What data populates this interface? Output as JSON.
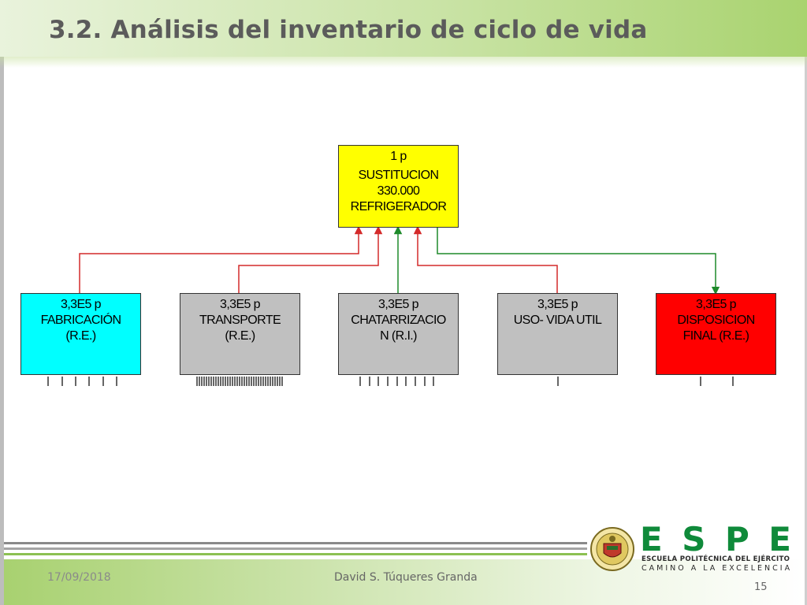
{
  "slide": {
    "title": "3.2. Análisis del inventario de ciclo de vida"
  },
  "diagram": {
    "top_node": {
      "amount": "1 p",
      "label_lines": [
        "SUSTITUCION",
        "330.000",
        "REFRIGERADOR"
      ],
      "fill": "#ffff00"
    },
    "child_nodes": [
      {
        "amount": "3,3E5 p",
        "label_lines": [
          "FABRICACIÓN",
          "(R.E.)"
        ],
        "fill": "#00ffff",
        "link_color": "#d42a2a"
      },
      {
        "amount": "3,3E5 p",
        "label_lines": [
          "TRANSPORTE",
          "(R.E.)"
        ],
        "fill": "#c0c0c0",
        "link_color": "#d42a2a"
      },
      {
        "amount": "3,3E5 p",
        "label_lines": [
          "CHATARRIZACIO",
          "N (R.I.)"
        ],
        "fill": "#c0c0c0",
        "link_color": "#1e8a2a"
      },
      {
        "amount": "3,3E5 p",
        "label_lines": [
          "USO- VIDA UTIL"
        ],
        "fill": "#c0c0c0",
        "link_color": "#d42a2a"
      },
      {
        "amount": "3,3E5 p",
        "label_lines": [
          "DISPOSICION",
          "FINAL (R.E.)"
        ],
        "fill": "#ff0000",
        "link_color": "#1e8a2a"
      }
    ],
    "colors": {
      "red_link": "#d42a2a",
      "green_link": "#1e8a2a"
    }
  },
  "footer": {
    "date": "17/09/2018",
    "author": "David S. Túqueres Granda",
    "page_number": "15"
  },
  "logo": {
    "letters": [
      "E",
      "S",
      "P",
      "E"
    ],
    "institution": "ESCUELA POLITÉCNICA DEL EJÉRCITO",
    "motto": "CAMINO A LA EXCELENCIA",
    "brand_color": "#0f8a3a"
  }
}
